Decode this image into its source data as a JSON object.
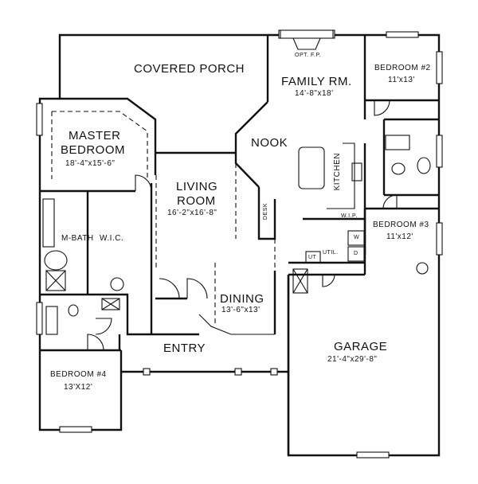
{
  "rooms": {
    "covered_porch": {
      "name": "COVERED PORCH"
    },
    "fireplace": {
      "name": "OPT. F.P."
    },
    "family_room": {
      "name": "FAMILY RM.",
      "size": "14'-8\"x18'"
    },
    "bedroom2": {
      "name": "BEDROOM #2",
      "size": "11'x13'"
    },
    "master_bedroom": {
      "name_line1": "MASTER",
      "name_line2": "BEDROOM",
      "size": "18'-4\"x15'-6\""
    },
    "nook": {
      "name": "NOOK"
    },
    "living_room": {
      "name_line1": "LIVING",
      "name_line2": "ROOM",
      "size": "16'-2\"x16'-8\""
    },
    "kitchen": {
      "name": "KITCHEN"
    },
    "desk": {
      "name": "DESK"
    },
    "wic_kitchen": {
      "name": "W.I.P."
    },
    "bedroom3": {
      "name": "BEDROOM #3",
      "size": "11'x12'"
    },
    "master_bath": {
      "name": "M-BATH"
    },
    "master_wic": {
      "name": "W.I.C."
    },
    "utility": {
      "name": "UTIL."
    },
    "water_heater": {
      "name": "UT"
    },
    "washer": {
      "name": "W"
    },
    "dryer": {
      "name": "D"
    },
    "dining": {
      "name": "DINING",
      "size": "13'-6\"x13'"
    },
    "entry": {
      "name": "ENTRY"
    },
    "garage": {
      "name": "GARAGE",
      "size": "21'-4\"x29'-8\""
    },
    "bedroom4": {
      "name": "BEDROOM #4",
      "size": "13'X12'"
    }
  }
}
